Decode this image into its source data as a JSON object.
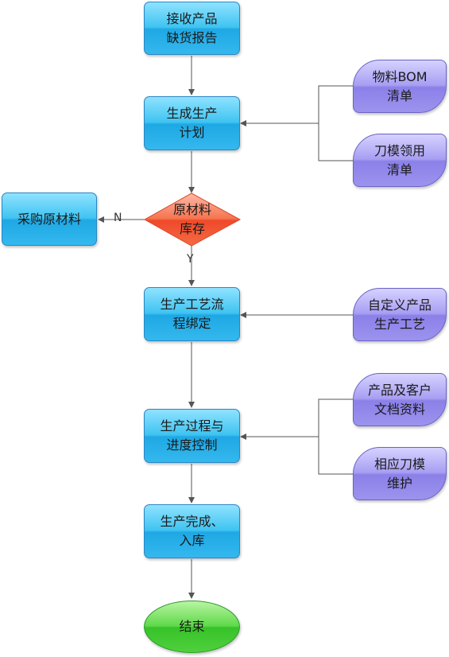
{
  "nodes": {
    "receive_report": "接收产品\n缺货报告",
    "production_plan": "生成生产\n计划",
    "bom_list": "物料BOM\n清单",
    "tool_list": "刀模领用\n清单",
    "raw_stock": "原材料\n库存",
    "purchase": "采购原材料",
    "process_bind": "生产工艺流\n程绑定",
    "custom_process": "自定义产品\n生产工艺",
    "progress_control": "生产过程与\n进度控制",
    "customer_docs": "产品及客户\n文档资料",
    "tool_maintain": "相应刀模\n维护",
    "complete": "生产完成、\n入库",
    "end": "结束"
  },
  "labels": {
    "no": "N",
    "yes": "Y"
  },
  "colors": {
    "process": "#34b8ee",
    "side": "#9c93ee",
    "decision": "#f45a3c",
    "end": "#4fd03c",
    "line": "#555555"
  }
}
